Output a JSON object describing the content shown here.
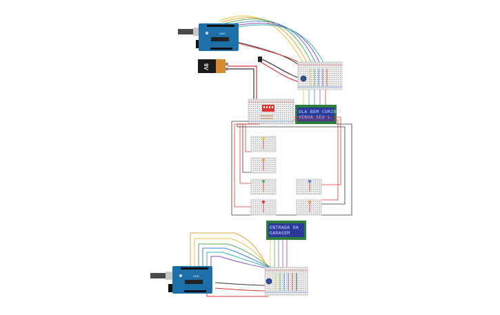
{
  "circuit": {
    "battery": {
      "label": "9V",
      "color_body": "#1a1a1a",
      "color_cap": "#d98a2b"
    },
    "lcd_top": {
      "line1": "OLA BEM CURIOSO",
      "line2": "VENHA SEU L"
    },
    "lcd_bottom": {
      "line1": "ENTRADA DA",
      "line2": "GARAGEM"
    },
    "arduino_top": {
      "label": "UNO"
    },
    "arduino_bottom": {
      "label": "UNO"
    },
    "colors": {
      "arduino": "#1d6fa8",
      "breadboard": "#e9e9e9",
      "lcd_frame": "#2f7d3a",
      "lcd_screen": "#2b3b9c",
      "wire_red": "#e0332f",
      "wire_black": "#333333",
      "wire_yellow": "#e8c23a",
      "wire_green": "#4caf50",
      "wire_blue": "#3f7fd9",
      "wire_orange": "#e8a23a",
      "wire_purple": "#8a4fc4",
      "wire_teal": "#2fb5b5"
    }
  }
}
